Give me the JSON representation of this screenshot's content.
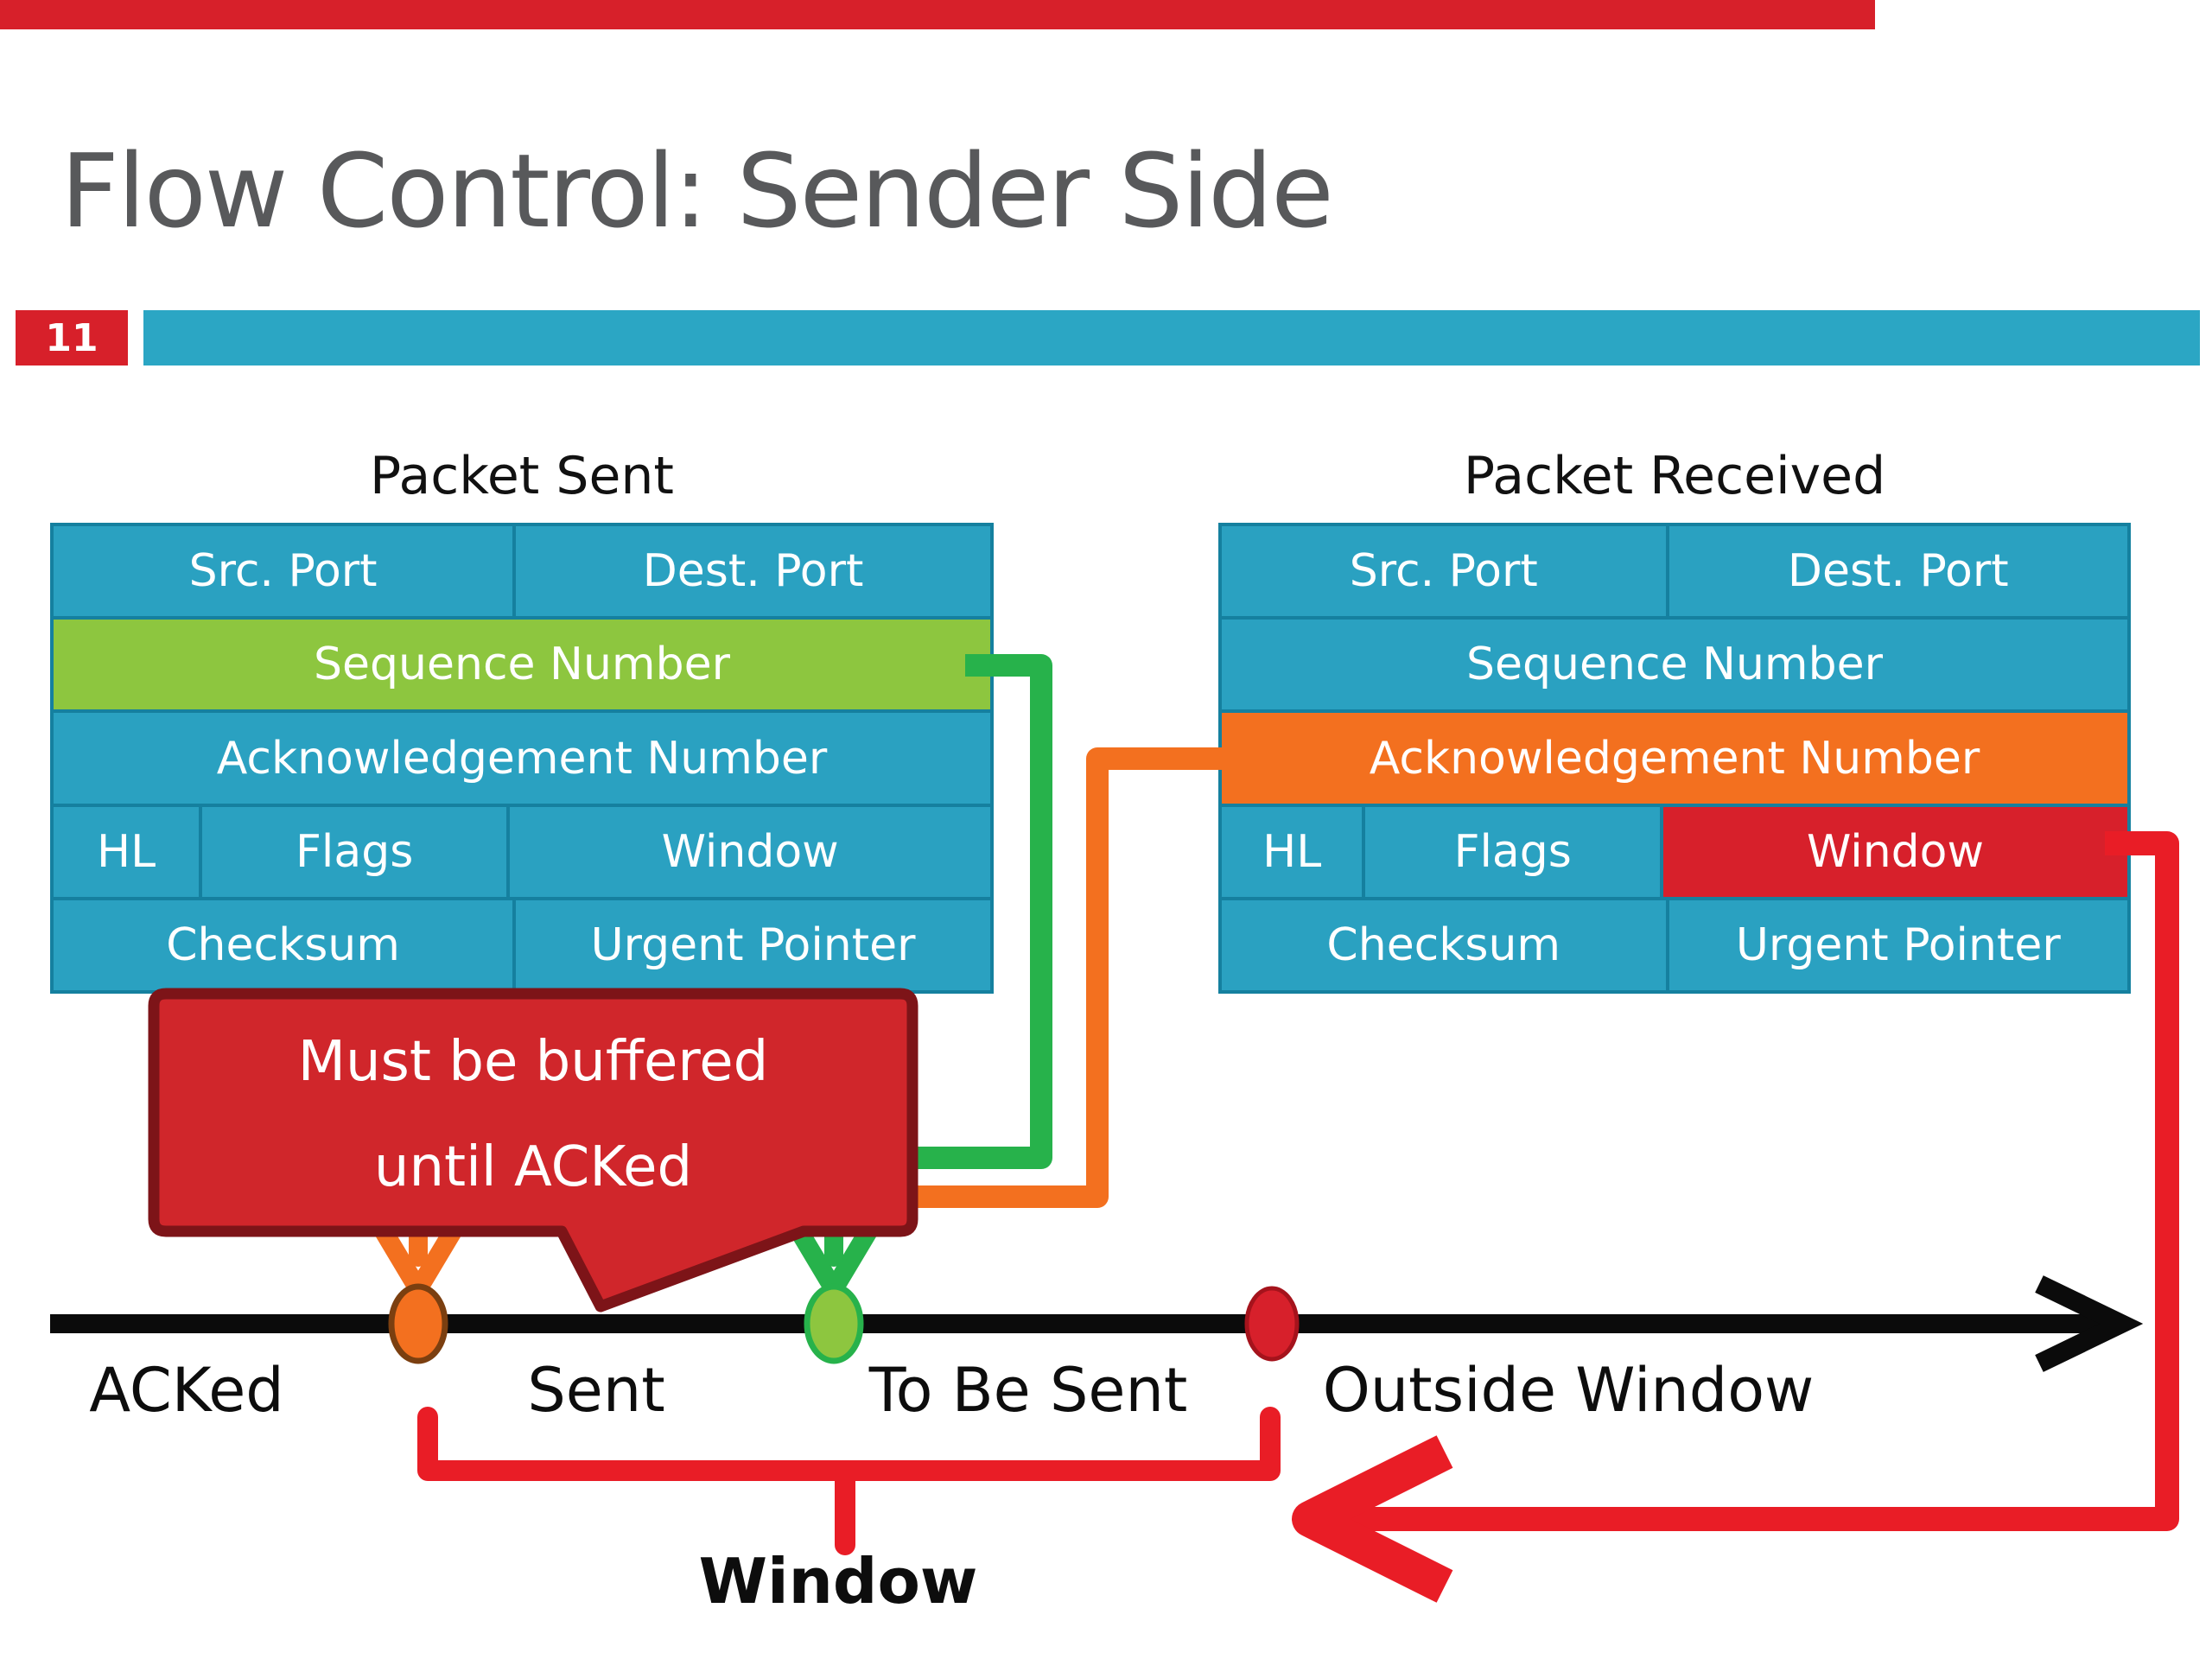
{
  "slide": {
    "title": "Flow Control: Sender Side",
    "number": "11"
  },
  "packet_tables": {
    "sent": {
      "title": "Packet Sent",
      "row1": {
        "c1": "Src. Port",
        "c2": "Dest. Port"
      },
      "row2": {
        "c1": "Sequence Number"
      },
      "row3": {
        "c1": "Acknowledgement Number"
      },
      "row4": {
        "c1": "HL",
        "c2": "Flags",
        "c3": "Window"
      },
      "row5": {
        "c1": "Checksum",
        "c2": "Urgent Pointer"
      }
    },
    "received": {
      "title": "Packet Received",
      "row1": {
        "c1": "Src. Port",
        "c2": "Dest. Port"
      },
      "row2": {
        "c1": "Sequence Number"
      },
      "row3": {
        "c1": "Acknowledgement Number"
      },
      "row4": {
        "c1": "HL",
        "c2": "Flags",
        "c3": "Window"
      },
      "row5": {
        "c1": "Checksum",
        "c2": "Urgent Pointer"
      }
    }
  },
  "bubble": {
    "line1": "Must be buffered",
    "line2": "until ACKed"
  },
  "timeline": {
    "labels": {
      "acked": "ACKed",
      "sent": "Sent",
      "to_be_sent": "To Be Sent",
      "outside_window": "Outside Window"
    },
    "window_label": "Window"
  },
  "colors": {
    "accent_red": "#d7202a",
    "teal": "#2aa1c1",
    "teal_dark": "#15809f",
    "header_teal": "#2ba6c4",
    "green_row": "#8dc63f",
    "green_stroke": "#27b24b",
    "orange": "#f3701f",
    "window_cell_red": "#d7202b",
    "bright_red": "#e91d26",
    "bubble_fill": "#d0262b",
    "bubble_border": "#7d1418",
    "title_gray": "#58595b",
    "black": "#0b0b0b"
  }
}
